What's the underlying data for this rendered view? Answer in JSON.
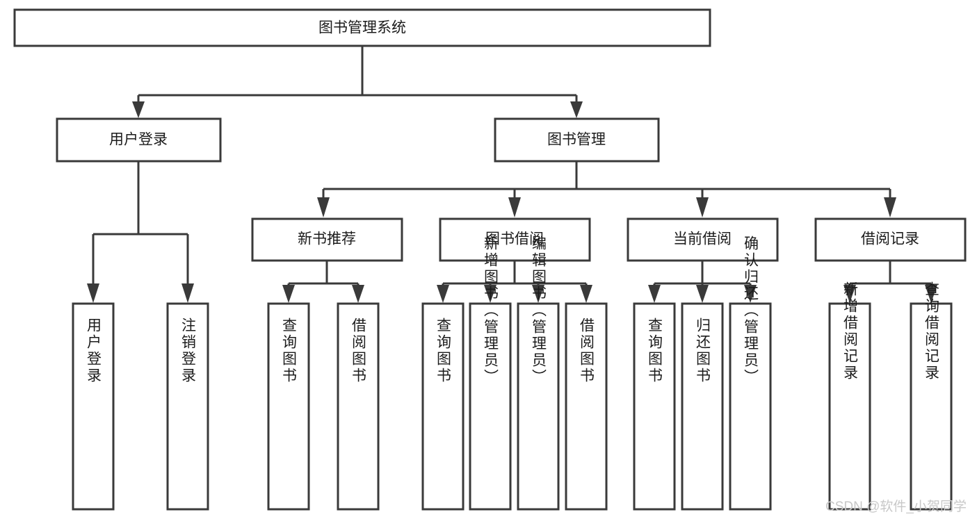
{
  "diagram": {
    "title": "图书管理系统",
    "type": "tree-hierarchy",
    "root": {
      "id": "root",
      "label": "图书管理系统"
    },
    "level2": [
      {
        "id": "user-login",
        "label": "用户登录"
      },
      {
        "id": "book-manage",
        "label": "图书管理"
      }
    ],
    "level3": [
      {
        "id": "new-book-recommend",
        "label": "新书推荐",
        "parent": "book-manage"
      },
      {
        "id": "book-borrow",
        "label": "图书借阅",
        "parent": "book-manage"
      },
      {
        "id": "current-borrow",
        "label": "当前借阅",
        "parent": "book-manage"
      },
      {
        "id": "borrow-record",
        "label": "借阅记录",
        "parent": "book-manage"
      }
    ],
    "leaves": {
      "user-login": [
        {
          "id": "leaf-user-login",
          "label": "用户登录"
        },
        {
          "id": "leaf-user-logout",
          "label": "注销登录"
        }
      ],
      "new-book-recommend": [
        {
          "id": "leaf-query-book-1",
          "label": "查询图书"
        },
        {
          "id": "leaf-borrow-book-1",
          "label": "借阅图书"
        }
      ],
      "book-borrow": [
        {
          "id": "leaf-query-book-2",
          "label": "查询图书"
        },
        {
          "id": "leaf-add-book",
          "label": "新增图书（管理员）"
        },
        {
          "id": "leaf-edit-book",
          "label": "编辑图书（管理员）"
        },
        {
          "id": "leaf-borrow-book-2",
          "label": "借阅图书"
        }
      ],
      "current-borrow": [
        {
          "id": "leaf-query-book-3",
          "label": "查询图书"
        },
        {
          "id": "leaf-return-book",
          "label": "归还图书"
        },
        {
          "id": "leaf-confirm-return",
          "label": "确认归还（管理员）"
        }
      ],
      "borrow-record": [
        {
          "id": "leaf-add-record",
          "label": "新增借阅记录"
        },
        {
          "id": "leaf-query-record",
          "label": "查询借阅记录"
        }
      ]
    }
  },
  "watermark": {
    "label": "CSDN @软件_小贺同学"
  },
  "colors": {
    "stroke": "#3a3a3a",
    "fill": "#ffffff",
    "text": "#1b1b1b",
    "watermark": "#c8c8c8",
    "background": "#ffffff"
  }
}
